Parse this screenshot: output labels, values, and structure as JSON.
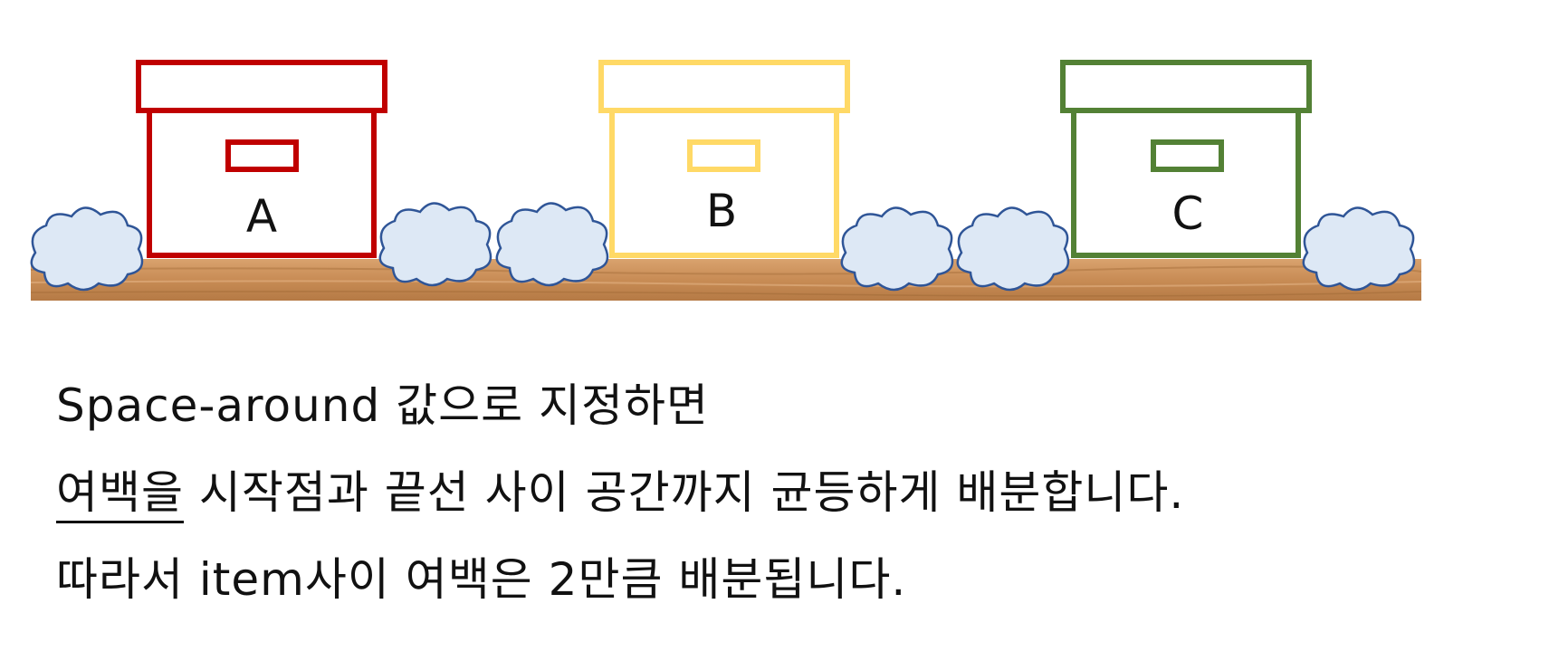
{
  "boxes": [
    {
      "letter": "A",
      "color": "#c00000"
    },
    {
      "letter": "B",
      "color": "#ffd966"
    },
    {
      "letter": "C",
      "color": "#538135"
    }
  ],
  "colors": {
    "shelf_light": "#d9a36e",
    "shelf_dark": "#b57a45",
    "cushion_fill": "#dde8f5",
    "cushion_stroke": "#2f5597"
  },
  "caption": {
    "line1": "Space-around 값으로 지정하면",
    "line2_underlined": "여백을",
    "line2_rest": " 시작점과 끝선 사이 공간까지 균등하게 배분합니다.",
    "line3": "따라서 item사이 여백은 2만큼 배분됩니다."
  }
}
